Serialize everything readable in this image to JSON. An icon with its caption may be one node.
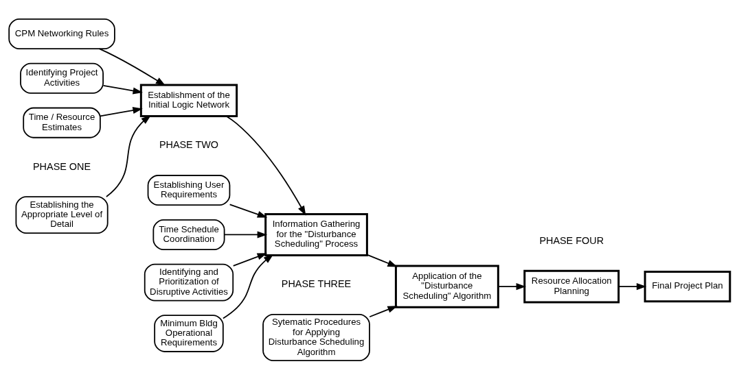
{
  "diagram": {
    "nodes": [
      {
        "text": [
          "Establishing the Appropriate Level of Detail"
        ]
      },
      {
        "text": [
          "CPM Networking Rules"
        ]
      },
      {
        "text": [
          "Establishing User Requirements"
        ]
      },
      {
        "text": [
          "Time Schedule Coordination"
        ]
      },
      {
        "text": [
          "Sytematic Procedures for Applying Disturbance Scheduling Algorithm"
        ]
      },
      {
        "text": [
          "Establishment of the Initial Logic Network"
        ]
      },
      {
        "text": [
          "Information Gathering for the \"Disturbance Scheduling\" Process"
        ]
      },
      {
        "text": [
          "Application of the \"Disturbance Scheduling\" Algorithm"
        ]
      },
      {
        "text": [
          "Resource Allocation Planning"
        ]
      },
      {
        "text": [
          "Final Project Plan"
        ]
      },
      {
        "text": [
          "Identifying Project Activities"
        ]
      },
      {
        "text": [
          "Time / Resource Estimates"
        ]
      },
      {
        "text": [
          "Identifying and Prioritization of Disruptive Activities"
        ]
      },
      {
        "text": [
          "Minimum Bldg Operational Requirements"
        ]
      }
    ],
    "edges": [
      {
        "from": 0,
        "to": 5,
        "arrow": "to"
      },
      {
        "from": 1,
        "to": 5,
        "arrow": "to"
      },
      {
        "from": 10,
        "to": 5,
        "arrow": "to"
      },
      {
        "from": 11,
        "to": 5,
        "arrow": "to"
      },
      {
        "from": 5,
        "to": 6,
        "arrow": "to"
      },
      {
        "from": 2,
        "to": 6,
        "arrow": "to"
      },
      {
        "from": 3,
        "to": 6,
        "arrow": "to"
      },
      {
        "from": 12,
        "to": 6,
        "arrow": "to"
      },
      {
        "from": 13,
        "to": 6,
        "arrow": "to"
      },
      {
        "from": 6,
        "to": 7,
        "arrow": "to"
      },
      {
        "from": 4,
        "to": 7,
        "arrow": "to"
      },
      {
        "from": 7,
        "to": 8,
        "arrow": "to"
      },
      {
        "from": 8,
        "to": 9,
        "arrow": "to"
      }
    ],
    "labels": [
      "PHASE ONE",
      "PHASE TWO",
      "PHASE THREE",
      "PHASE FOUR"
    ]
  }
}
